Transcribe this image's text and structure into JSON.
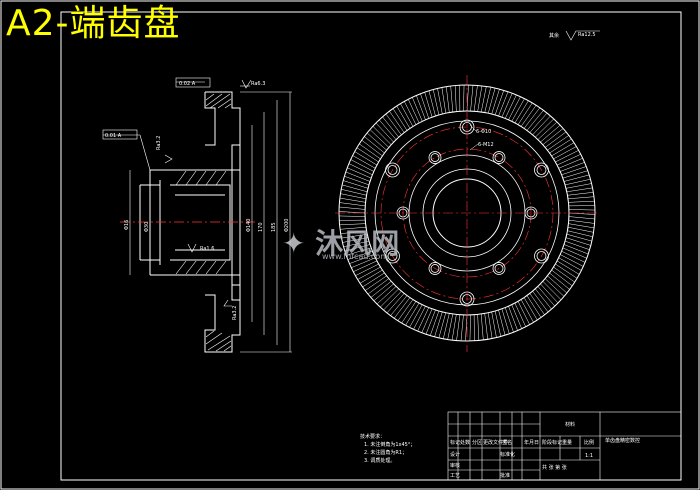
{
  "title": "A2-端齿盘",
  "roughness": {
    "general_label": "其余",
    "general_value": "Ra12.5",
    "top_value": "Ra6.3",
    "side_value": "Ra3.2",
    "bore_value": "Ra1.6",
    "lower_value": "Ra3.2"
  },
  "tolerances": {
    "flatness": "0.02 A",
    "runout": "0.01 A"
  },
  "dimensions": {
    "d1": "Φ16",
    "d2": "Φ30",
    "d3": "Φ140",
    "d4": "170",
    "d5": "185",
    "d6": "Φ200"
  },
  "hole_labels": {
    "h1": "6-Φ10",
    "h2": "6-M12"
  },
  "watermark": {
    "brand": "沐风网",
    "url": "www.mfcad.com"
  },
  "tech_notes": {
    "heading": "技术要求：",
    "lines": [
      "1. 未注倒角为1x45°；",
      "2. 未注圆角为R1；",
      "3. 调质处理。"
    ]
  },
  "title_block": {
    "material": "材料",
    "part_name": "单齿盘精密数控",
    "row_labels": [
      "标记",
      "设计",
      "审核",
      "工艺"
    ],
    "col_labels": [
      "处数",
      "分区",
      "更改文件号",
      "签名",
      "年月日"
    ],
    "std_label": "标准化",
    "approve_label": "批准",
    "stage": "阶段标记",
    "weight": "重量",
    "scale": "比例",
    "scale_value": "1:1",
    "sheet": "共 张 第 张"
  }
}
